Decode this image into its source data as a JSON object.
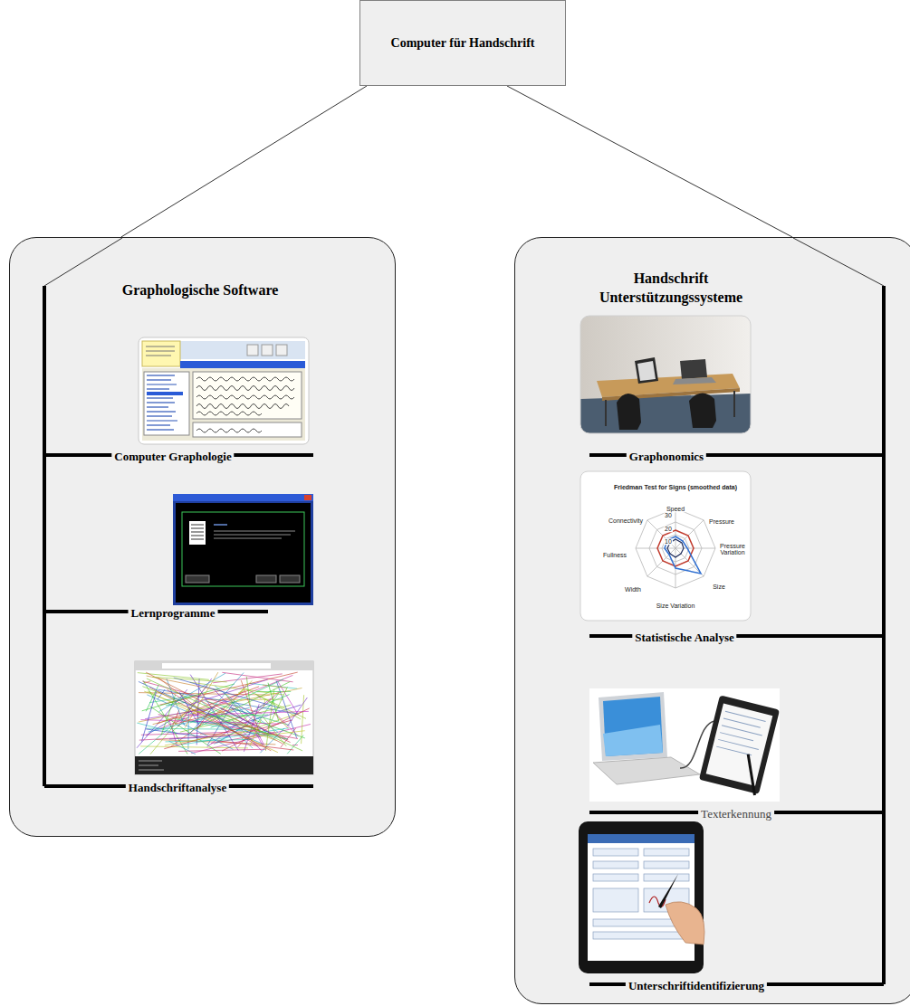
{
  "diagram": {
    "nodes": [
      {
        "text": [
          "Computer für Handschrift"
        ]
      },
      {
        "text": [
          "Graphologische Software"
        ]
      },
      {
        "text": [
          "Handschrift Unterstützungssysteme"
        ]
      }
    ],
    "edges": [
      {
        "from": 0,
        "to": 1,
        "arrow": "none"
      },
      {
        "from": 0,
        "to": 2,
        "arrow": "none"
      }
    ],
    "labels": [
      "Computer Graphologie",
      "Lernprogramme",
      "Handschriftanalyse",
      "Graphonomics",
      "Statistische Analyse",
      "Texterkennung",
      "Unterschriftidentifizierung",
      "Friedman Test for Signs (smoothed data)",
      "Speed",
      "Pressure",
      "Pressure Variation",
      "Size",
      "Size Variation",
      "Width",
      "Fullness",
      "Connectivity",
      "30",
      "20",
      "10"
    ]
  }
}
